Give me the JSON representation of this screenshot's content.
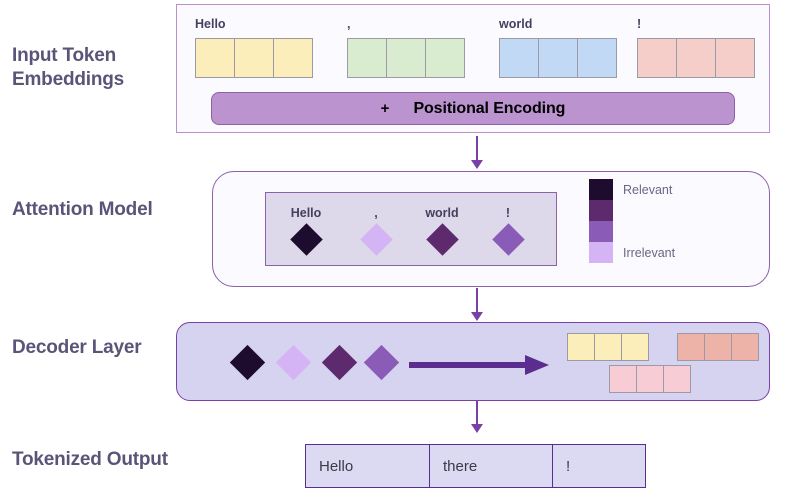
{
  "labels": {
    "input": "Input Token Embeddings",
    "attention": "Attention Model",
    "decoder": "Decoder Layer",
    "output": "Tokenized Output"
  },
  "input_panel": {
    "groups": [
      {
        "word": "Hello",
        "color": "#fbeeba",
        "cells": 3
      },
      {
        "word": ",",
        "color": "#d9ecd0",
        "cells": 3
      },
      {
        "word": "world",
        "color": "#c2d9f5",
        "cells": 3
      },
      {
        "word": "!",
        "color": "#f5cdc9",
        "cells": 3
      }
    ],
    "positional": {
      "plus": "+",
      "text": "Positional Encoding",
      "color": "#bb93cf"
    }
  },
  "attention_panel": {
    "tokens": [
      {
        "word": "Hello",
        "color": "#1e0c2e"
      },
      {
        "word": ",",
        "color": "#d4b4f5"
      },
      {
        "word": "world",
        "color": "#5d2a6e"
      },
      {
        "word": "!",
        "color": "#8a5cb8"
      }
    ],
    "legend": {
      "top_label": "Relevant",
      "bottom_label": "Irrelevant",
      "swatches": [
        "#1e0c2e",
        "#5d2a6e",
        "#8a5cb8",
        "#d4b4f5"
      ]
    }
  },
  "decoder_panel": {
    "diamonds": [
      "#1e0c2e",
      "#d4b4f5",
      "#5d2a6e",
      "#8a5cb8"
    ],
    "arrow_color": "#5b2d8e",
    "output_groups": [
      {
        "name": "yellow",
        "color": "#fbeeba",
        "cells": 3
      },
      {
        "name": "salmon",
        "color": "#edb3a8",
        "cells": 3
      },
      {
        "name": "pink",
        "color": "#f7ccd4",
        "cells": 3
      }
    ]
  },
  "output_row": {
    "tokens": [
      "Hello",
      "there",
      "!"
    ]
  }
}
